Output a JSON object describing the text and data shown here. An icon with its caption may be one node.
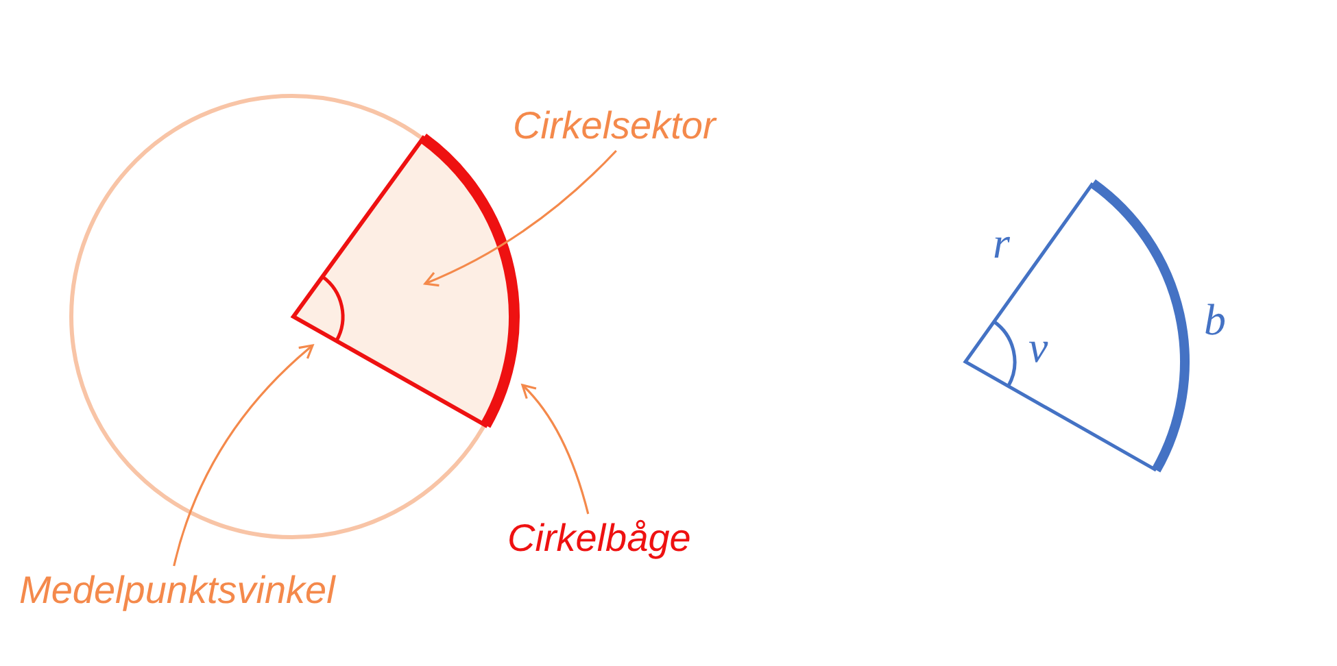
{
  "diagram": {
    "nodes": [
      {
        "text": [
          "Cirkelsektor"
        ]
      },
      {
        "text": [],
        "shape": "sector"
      },
      {
        "text": [
          "Medelpunktsvinkel"
        ]
      },
      {
        "text": [],
        "shape": "arc",
        "in": 1
      },
      {
        "text": [
          "Cirkelbåge"
        ]
      },
      {
        "text": [],
        "shape": "arc"
      }
    ],
    "edges": [
      {
        "from": 0,
        "to": 1,
        "arrow": "to"
      },
      {
        "from": 2,
        "to": 3,
        "arrow": "to"
      },
      {
        "from": 4,
        "to": 5,
        "arrow": "to"
      }
    ],
    "labels": [
      "r",
      "v",
      "b"
    ]
  }
}
